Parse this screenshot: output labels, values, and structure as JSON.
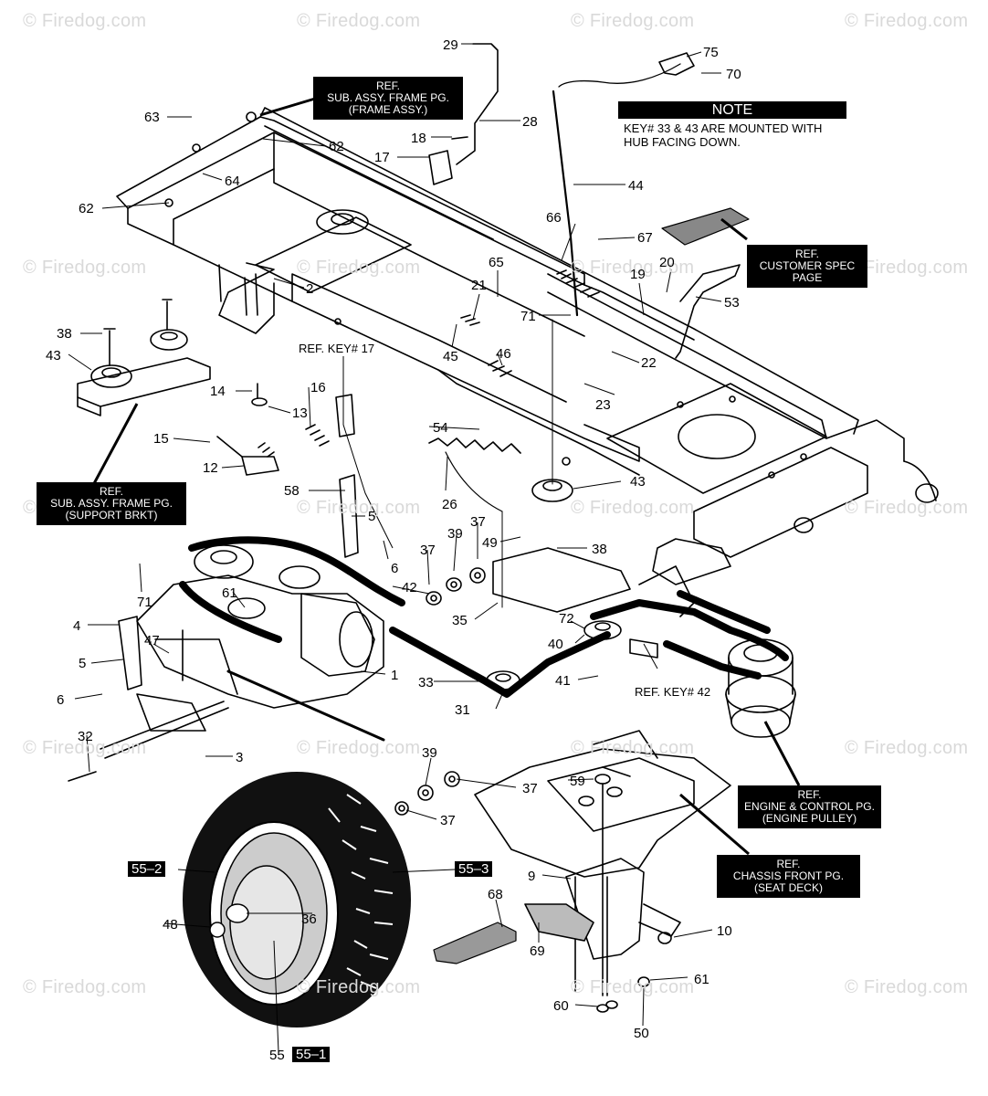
{
  "watermark": "© Firedog.com",
  "note": {
    "title": "NOTE",
    "lines": [
      "KEY# 33 & 43 ARE MOUNTED WITH",
      "HUB FACING DOWN."
    ]
  },
  "ref_boxes": [
    {
      "id": "frame-assy",
      "lines": [
        "REF.",
        "SUB. ASSY. FRAME PG.",
        "(FRAME ASSY.)"
      ]
    },
    {
      "id": "support-brkt",
      "lines": [
        "REF.",
        "SUB. ASSY. FRAME PG.",
        "(SUPPORT BRKT)"
      ]
    },
    {
      "id": "customer-spec",
      "lines": [
        "REF.",
        "CUSTOMER SPEC",
        "PAGE"
      ]
    },
    {
      "id": "engine-pulley",
      "lines": [
        "REF.",
        "ENGINE & CONTROL PG.",
        "(ENGINE PULLEY)"
      ]
    },
    {
      "id": "seat-deck",
      "lines": [
        "REF.",
        "CHASSIS FRONT PG.",
        "(SEAT DECK)"
      ]
    }
  ],
  "ref_keys": [
    "REF. KEY# 17",
    "REF. KEY# 42"
  ],
  "tags": [
    "55–2",
    "55–3",
    "55–1"
  ],
  "parts": [
    "29",
    "75",
    "70",
    "28",
    "18",
    "17",
    "44",
    "66",
    "67",
    "63",
    "62",
    "64",
    "62",
    "2",
    "65",
    "21",
    "20",
    "19",
    "53",
    "71",
    "45",
    "46",
    "22",
    "23",
    "38",
    "43",
    "14",
    "13",
    "16",
    "15",
    "12",
    "54",
    "26",
    "58",
    "5",
    "6",
    "37",
    "39",
    "37",
    "49",
    "38",
    "43",
    "42",
    "61",
    "71",
    "4",
    "47",
    "5",
    "6",
    "1",
    "35",
    "72",
    "40",
    "41",
    "33",
    "31",
    "32",
    "3",
    "39",
    "37",
    "37",
    "59",
    "9",
    "68",
    "69",
    "48",
    "36",
    "10",
    "61",
    "60",
    "50",
    "55",
    "43"
  ]
}
